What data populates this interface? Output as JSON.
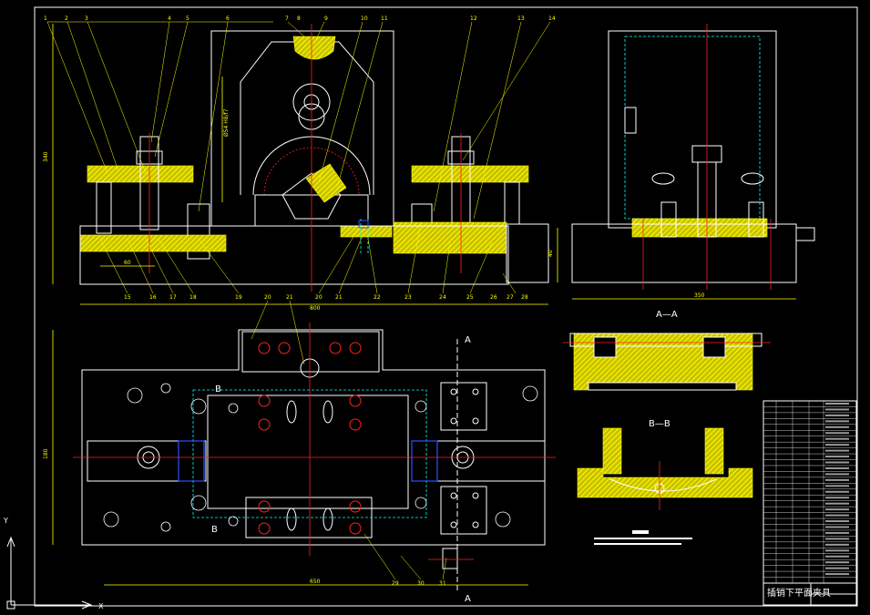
{
  "drawing": {
    "balloons_top": [
      "1",
      "2",
      "3",
      "4",
      "5",
      "6",
      "7",
      "8",
      "9",
      "10",
      "11",
      "12",
      "13",
      "14"
    ],
    "balloons_bottom": [
      "15",
      "16",
      "17",
      "18",
      "19",
      "20",
      "21",
      "22",
      "23",
      "24",
      "25",
      "26",
      "27",
      "28"
    ],
    "balloons_plan": [
      "29",
      "30",
      "31"
    ],
    "balloons_plan_top": [
      "20",
      "21"
    ],
    "dim_front_width": "800",
    "dim_front_height": "340",
    "dim_front_small": "60",
    "dim_side_width": "350",
    "dim_side_height": "40",
    "dim_plan_width": "650",
    "dim_plan_height": "180",
    "section_a_label": "A—A",
    "section_b_label": "B—B",
    "marker_a": "A",
    "marker_b": "B",
    "vertical_dim_text": "Ø54 H8/f7",
    "notes_lines": 2,
    "title_text": "插销下平面夹具"
  },
  "colors": {
    "background": "#000000",
    "outline": "#ffffff",
    "hatch": "#ffff00",
    "center": "#ff2020",
    "hidden": "#00ffff",
    "part": "#3050ff"
  }
}
